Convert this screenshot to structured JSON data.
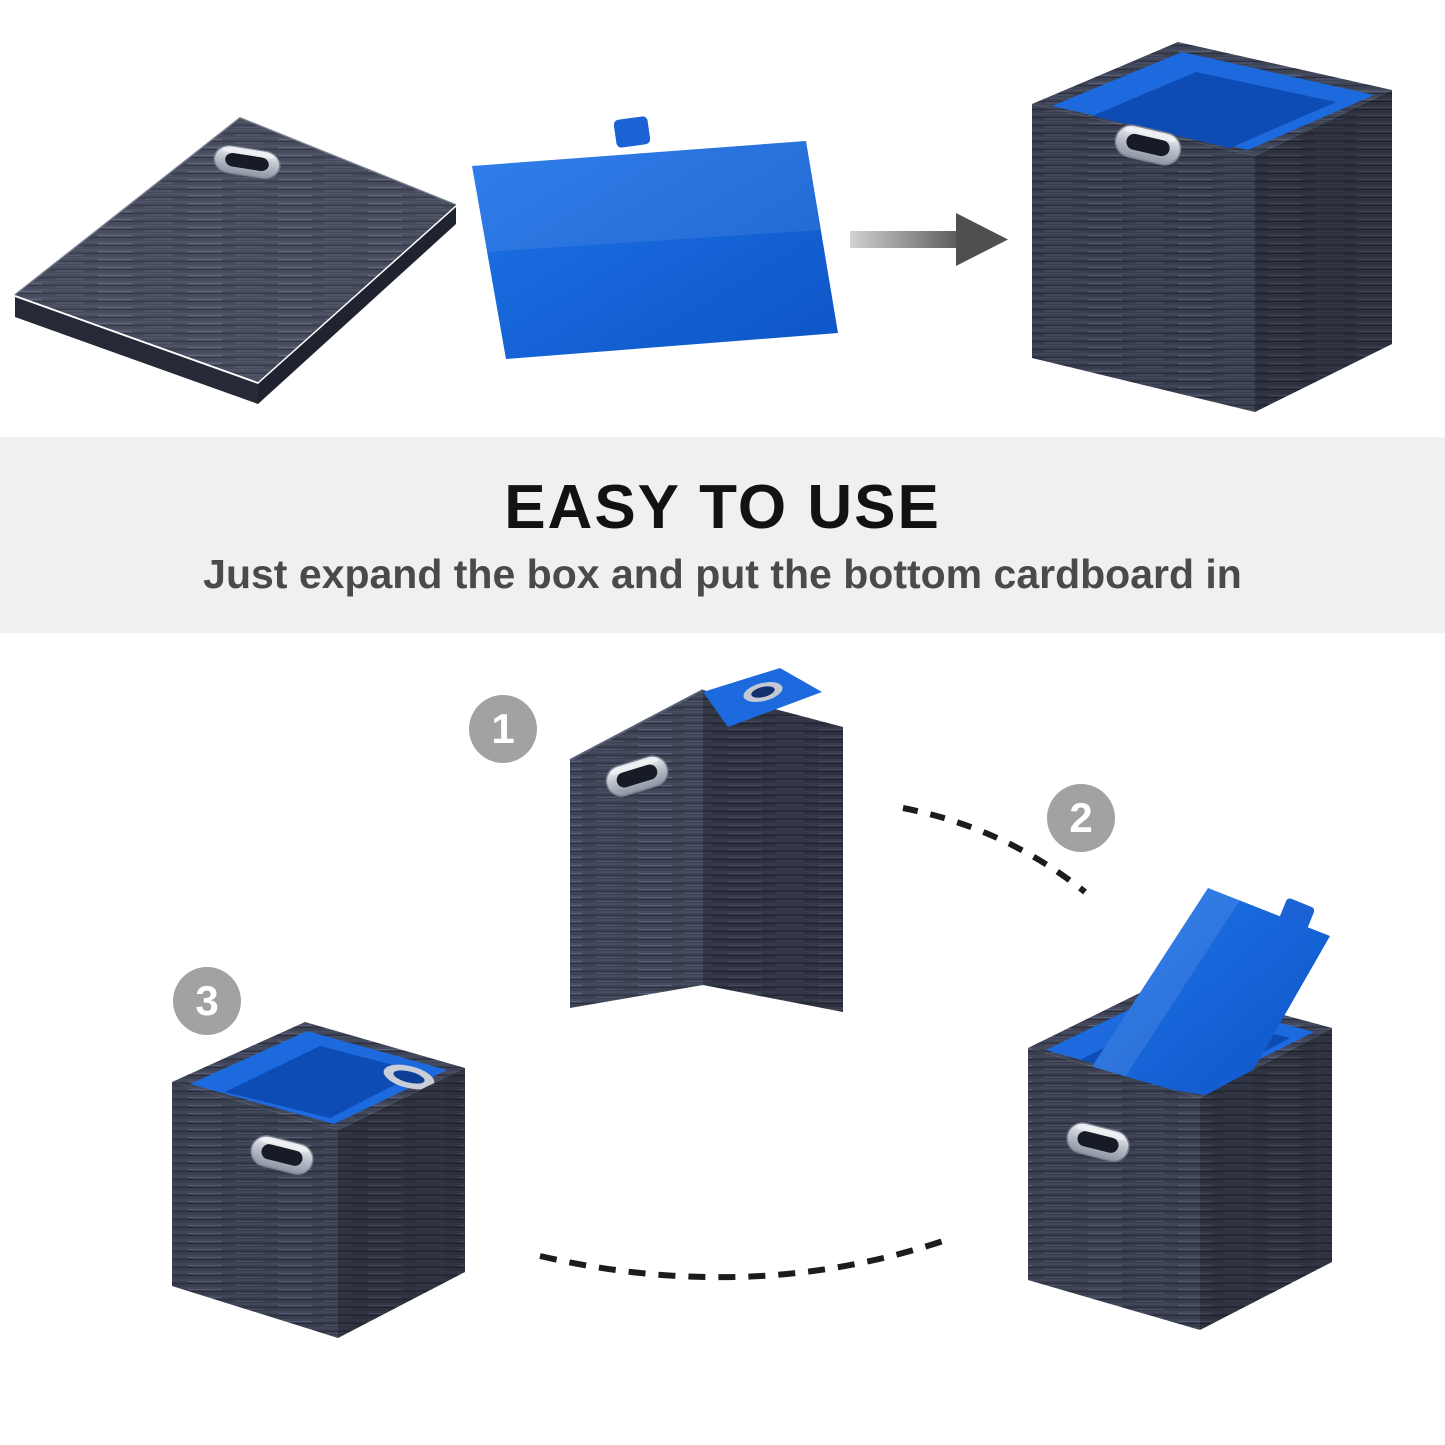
{
  "banner": {
    "title": "EASY TO USE",
    "subtitle": "Just expand the box and put the bottom cardboard in"
  },
  "steps": [
    {
      "number": "1"
    },
    {
      "number": "2"
    },
    {
      "number": "3"
    }
  ],
  "icons": {
    "arrow": "right-arrow",
    "handle": "metal-grommet-handle"
  },
  "colors": {
    "fabric_base": "#3d4254",
    "interior_blue": "#1c6ade",
    "interior_floor_blue": "#0e4cb5",
    "board_blue_light": "#1f74ea",
    "board_blue_dark": "#0d55c6",
    "banner_bg": "#f0f0f0",
    "title_text": "#121212",
    "subtitle_text": "#4a4a4a",
    "badge_bg": "#a2a2a2",
    "connector": "#1c1c1c"
  }
}
